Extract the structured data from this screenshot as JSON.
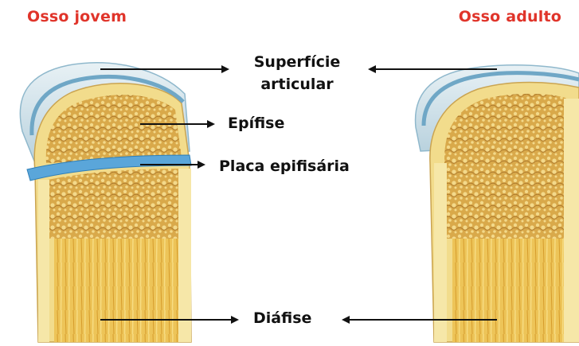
{
  "titles": {
    "left": "Osso jovem",
    "right": "Osso adulto"
  },
  "labels": {
    "superficie_line1": "Superfície",
    "superficie_line2": "articular",
    "epifise": "Epífise",
    "placa": "Placa epifisária",
    "diafise": "Diáfise"
  },
  "colors": {
    "title": "#e0342a",
    "text": "#111111",
    "cartilage": "#c9dde6",
    "cartilage_edge": "#6fa7c6",
    "plate": "#4a9ad3",
    "bone_outer": "#f3dc8a",
    "bone_spongy": "#c6963a",
    "marrow": "#e9b83d",
    "cortex": "#f6e7a8"
  }
}
